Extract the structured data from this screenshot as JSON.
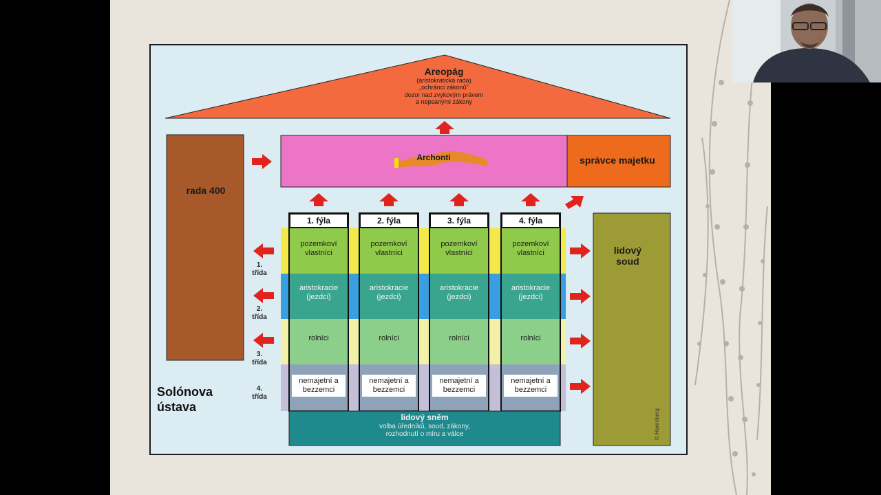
{
  "diagram": {
    "areopag": {
      "title": "Areopág",
      "line1": "(aristokratická rada)",
      "line2": "„ochránci zákonů\"",
      "line3": "dozor nad zvykovým právem",
      "line4": "a nepsanými zákony"
    },
    "archonti": "Archonti",
    "spravce": "správce majetku",
    "rada": "rada 400",
    "lidovy_soud": "lidový soud",
    "fyly": [
      "1. fýla",
      "2. fýla",
      "3. fýla",
      "4. fýla"
    ],
    "tridy": [
      {
        "number": "1.",
        "word": "třída",
        "label": "pozemkoví vlastníci"
      },
      {
        "number": "2.",
        "word": "třída",
        "label": "aristokracie (jezdci)"
      },
      {
        "number": "3.",
        "word": "třída",
        "label": "rolníci"
      },
      {
        "number": "4.",
        "word": "třída",
        "label": "nemajetní a bezzemci"
      }
    ],
    "lidovy_snem": {
      "title": "lidový sněm",
      "line1": "volba úředníků, soud, zákony,",
      "line2": "rozhodnutí o míru a válce"
    },
    "caption_line1": "Solónova",
    "caption_line2": "ústava",
    "copyright": "© Harenberg"
  },
  "colors": {
    "areopag": "#f26a3e",
    "archonti": "#ec75c8",
    "spravce": "#ee6a1c",
    "rada": "#a8592a",
    "lidovy_soud": "#9d9b35",
    "snem": "#1f8a8e",
    "arrow": "#e0231c"
  }
}
